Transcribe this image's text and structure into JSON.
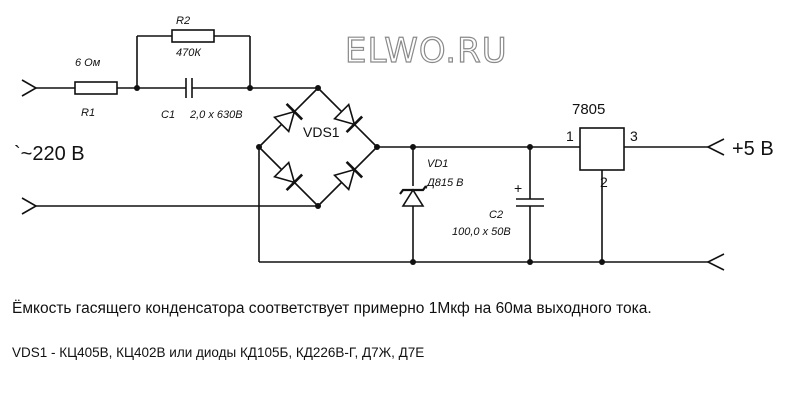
{
  "watermark": "ELWO.RU",
  "input": {
    "voltage_label": "`~220 В"
  },
  "output": {
    "voltage_label": "+5 В"
  },
  "components": {
    "r1": {
      "ref": "R1",
      "value": "6  Ом"
    },
    "r2": {
      "ref": "R2",
      "value": "470К"
    },
    "c1": {
      "ref": "C1",
      "value": "2,0 х 630В"
    },
    "vds1": {
      "ref": "VDS1"
    },
    "vd1": {
      "ref": "VD1",
      "value": "Д815 В"
    },
    "c2": {
      "ref": "C2",
      "value": "100,0 х 50В",
      "polarity": "+"
    },
    "regulator": {
      "ref": "7805",
      "pin_in": "1",
      "pin_gnd": "2",
      "pin_out": "3"
    }
  },
  "notes": {
    "capacitor_note": "Ёмкость гасящего конденсатора соответствует примерно 1Мкф на 60ма выходного тока.",
    "diode_note": "VDS1 - КЦ405В, КЦ402В или диоды КД105Б, КД226В-Г, Д7Ж,  Д7Е"
  }
}
